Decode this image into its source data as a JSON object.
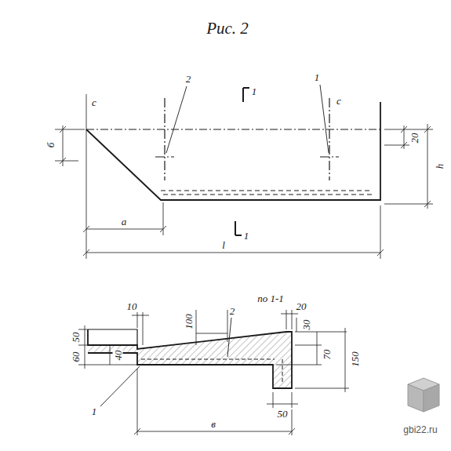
{
  "diagram": {
    "title": "Рис. 2",
    "labels": [
      "с",
      "2",
      "1",
      "1",
      "с",
      "б",
      "20",
      "h",
      "а",
      "l",
      "1",
      "по 1-1",
      "10",
      "100",
      "2",
      "20",
      "30",
      "70",
      "150",
      "50",
      "60",
      "40",
      "1",
      "50",
      "в",
      "gbi22.ru"
    ]
  }
}
